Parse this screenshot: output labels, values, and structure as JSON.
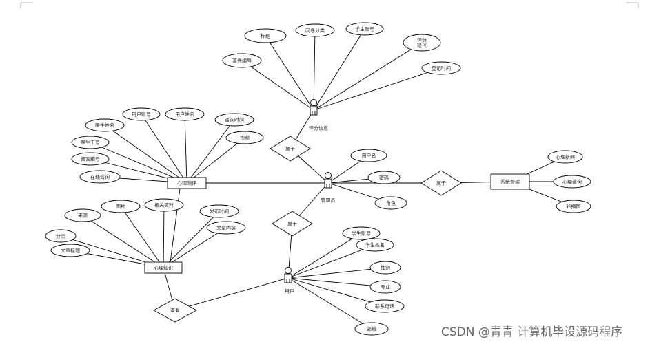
{
  "watermark": "CSDN @青青 计算机毕设源码程序",
  "entities": {
    "assessment_info": "评分信息",
    "admin": "管理员",
    "user": "用户",
    "psych_test": "心理测评",
    "psych_news": "心理知识",
    "system_mgmt": "系统管理"
  },
  "relations": {
    "admin_info": "属于",
    "admin_user": "属于",
    "admin_system": "属于",
    "user_news": "查看"
  },
  "attributes": {
    "assessment_info": [
      "标题",
      "问卷分类",
      "学生账号",
      "评分\n建议",
      "登记时间",
      "答卷编号"
    ],
    "psych_test": [
      "用户账号",
      "用户姓名",
      "医生姓名",
      "咨询时间",
      "医生工号",
      "视频",
      "留言编号",
      "在线咨询"
    ],
    "admin": [
      "用户名",
      "密码",
      "角色"
    ],
    "system_mgmt": [
      "心理新闻",
      "心理咨询",
      "轮播图"
    ],
    "psych_news": [
      "图片",
      "来源",
      "相关资料",
      "发布时间",
      "文章内容",
      "分类",
      "文章标题"
    ],
    "user": [
      "学生账号",
      "学生姓名",
      "性别",
      "专业",
      "联系电话",
      "邮箱"
    ]
  }
}
